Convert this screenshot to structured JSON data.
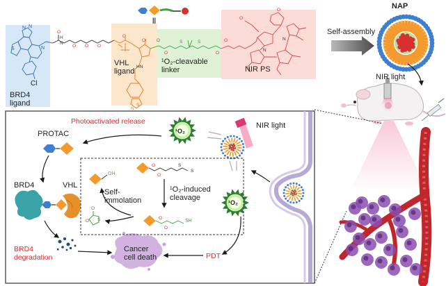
{
  "labels": {
    "brd4_ligand": "BRD4\nligand",
    "vhl_ligand": "VHL\nligand",
    "linker": "¹O₂-cleavable\nlinker",
    "nir_ps": "NIR PS",
    "self_assembly": "Self-assembly",
    "nap": "NAP",
    "nir_light_mouse": "NIR light",
    "equals": "||",
    "protac": "PROTAC",
    "photoactivated_release": "Photoactivated release",
    "singlet_o2_top": "¹O₂",
    "singlet_o2_bottom": "¹O₂",
    "nir_light_cell": "NIR light",
    "brd4": "BRD4",
    "vhl": "VHL",
    "oh_group": "OH",
    "self_immolation": "Self-\nimmolation",
    "cleavage": "¹O₂-induced\ncleavage",
    "sh_group": "SH",
    "brd4_degradation": "BRD4\ndegradation",
    "cancer_cell_death": "Cancer\ncell death",
    "pdt": "PDT"
  },
  "colors": {
    "blue_region": "#d6e8f7",
    "orange_region": "#fde7cc",
    "green_region": "#dff2d6",
    "red_region": "#fbdcd6",
    "red_text": "#e8282b",
    "diamond": "#f29a2e",
    "hexagon": "#3f7fcf",
    "linker_green": "#3aa43a",
    "sphere_red": "#d63030",
    "brd4_teal": "#3aa3a8",
    "vhl_orange": "#e5902a",
    "tumor_purple": "#8b4db0",
    "vessel_red": "#c0272d",
    "cell_purple": "#c9a4dc"
  }
}
